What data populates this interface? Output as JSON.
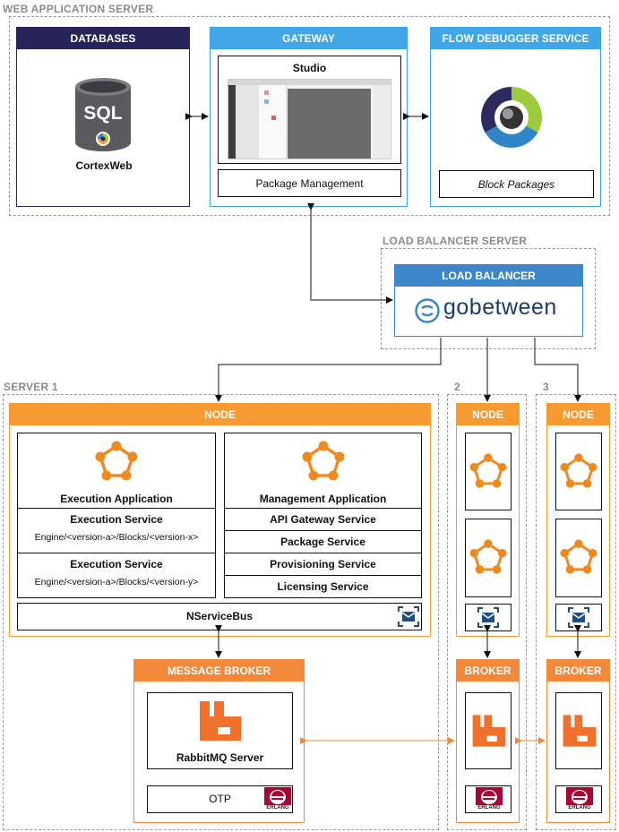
{
  "groups": {
    "web_app_server": "WEB APPLICATION SERVER",
    "load_balancer_server": "LOAD BALANCER SERVER",
    "server1": "SERVER 1",
    "server2": "2",
    "server3": "3"
  },
  "databases": {
    "header": "DATABASES",
    "logo_text": "SQL",
    "name": "CortexWeb"
  },
  "gateway": {
    "header": "GATEWAY",
    "studio": "Studio",
    "package_management": "Package Management"
  },
  "flow_debugger": {
    "header": "FLOW DEBUGGER SERVICE",
    "block_packages": "Block Packages"
  },
  "load_balancer": {
    "header": "LOAD BALANCER",
    "logo_text": "gobetween"
  },
  "node1": {
    "header": "NODE",
    "execution_app": "Execution Application",
    "exec_service_1": "Execution Service",
    "exec_path_1": "Engine/<version-a>/Blocks/<version-x>",
    "exec_service_2": "Execution Service",
    "exec_path_2": "Engine/<version-a>/Blocks/<version-y>",
    "management_app": "Management Application",
    "mgmt_services": [
      "API Gateway Service",
      "Package Service",
      "Provisioning Service",
      "Licensing Service"
    ],
    "nservicebus": "NServiceBus"
  },
  "broker1": {
    "header": "MESSAGE BROKER",
    "rabbit": "RabbitMQ Server",
    "otp": "OTP",
    "erlang": "ERLANG"
  },
  "node2": {
    "header": "NODE"
  },
  "broker2": {
    "header": "BROKER",
    "erlang": "ERLANG"
  },
  "node3": {
    "header": "NODE"
  },
  "broker3": {
    "header": "BROKER",
    "erlang": "ERLANG"
  },
  "colors": {
    "navy": "#272459",
    "blue": "#41a6e8",
    "orange": "#f79a32",
    "lb_blue": "#3b87c9",
    "broker_orange": "#f2883a"
  }
}
